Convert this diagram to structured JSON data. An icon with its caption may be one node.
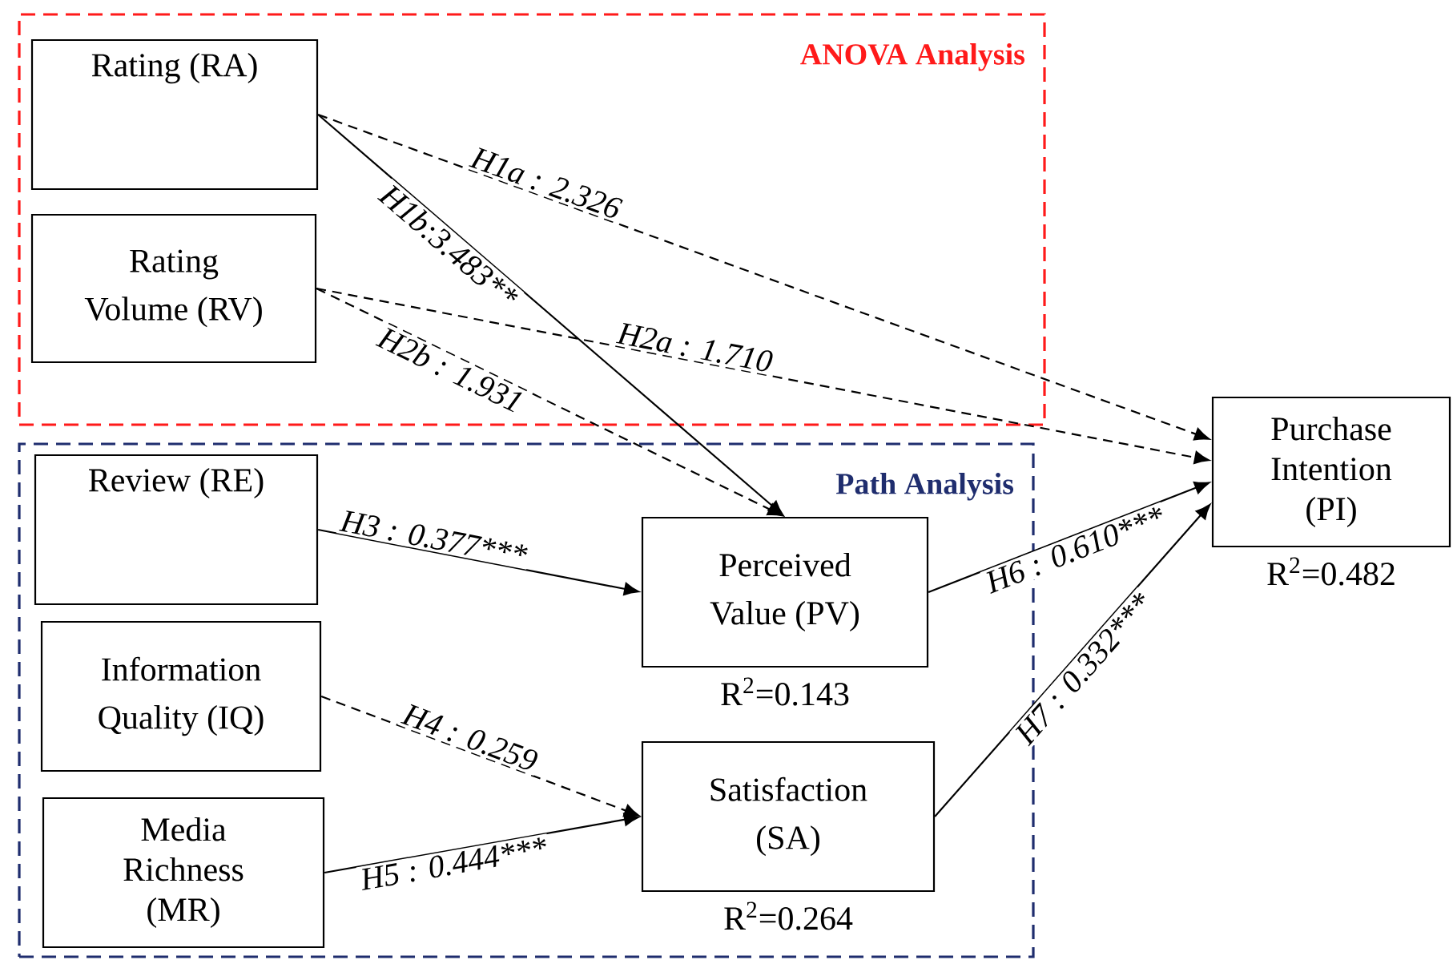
{
  "diagram": {
    "nodes": [
      {
        "text": [
          "ANOVA Analysis"
        ]
      },
      {
        "text": [
          "Path Analysis"
        ]
      },
      {
        "text": [
          "Rating (RA)"
        ],
        "in": 0
      },
      {
        "text": [
          "Rating Volume (RV)"
        ],
        "in": 0
      },
      {
        "text": [
          "Review (RE)"
        ],
        "in": 1
      },
      {
        "text": [
          "Information Quality (IQ)"
        ],
        "in": 1
      },
      {
        "text": [
          "Media Richness (MR)"
        ],
        "in": 1
      },
      {
        "text": [
          "Perceived Value (PV)"
        ],
        "in": 1,
        "beside": [
          "R$^{2}$=0.143"
        ]
      },
      {
        "text": [
          "Satisfaction (SA)"
        ],
        "in": 1,
        "beside": [
          "R$^{2}$=0.264"
        ]
      },
      {
        "text": [
          "Purchase Intention (PI)"
        ],
        "beside": [
          "R$^{2}$=0.482"
        ]
      }
    ],
    "edges": [
      {
        "from": 2,
        "to": 9,
        "arrow": "to",
        "style": "dashed",
        "label": "H1a : 2.326"
      },
      {
        "from": 2,
        "to": 7,
        "arrow": "to",
        "label": "H1b:3.483**"
      },
      {
        "from": 3,
        "to": 9,
        "arrow": "to",
        "style": "dashed",
        "label": "H2a : 1.710"
      },
      {
        "from": 3,
        "to": 7,
        "arrow": "to",
        "style": "dashed",
        "label": "H2b : 1.931"
      },
      {
        "from": 4,
        "to": 7,
        "arrow": "to",
        "label": "H3 : 0.377***"
      },
      {
        "from": 5,
        "to": 8,
        "arrow": "to",
        "style": "dashed",
        "label": "H4 : 0.259"
      },
      {
        "from": 6,
        "to": 8,
        "arrow": "to",
        "label": "H5 : 0.444***"
      },
      {
        "from": 7,
        "to": 9,
        "arrow": "to",
        "label": "H6 : 0.610***"
      },
      {
        "from": 8,
        "to": 9,
        "arrow": "to",
        "label": "H7 : 0.332***"
      }
    ]
  }
}
